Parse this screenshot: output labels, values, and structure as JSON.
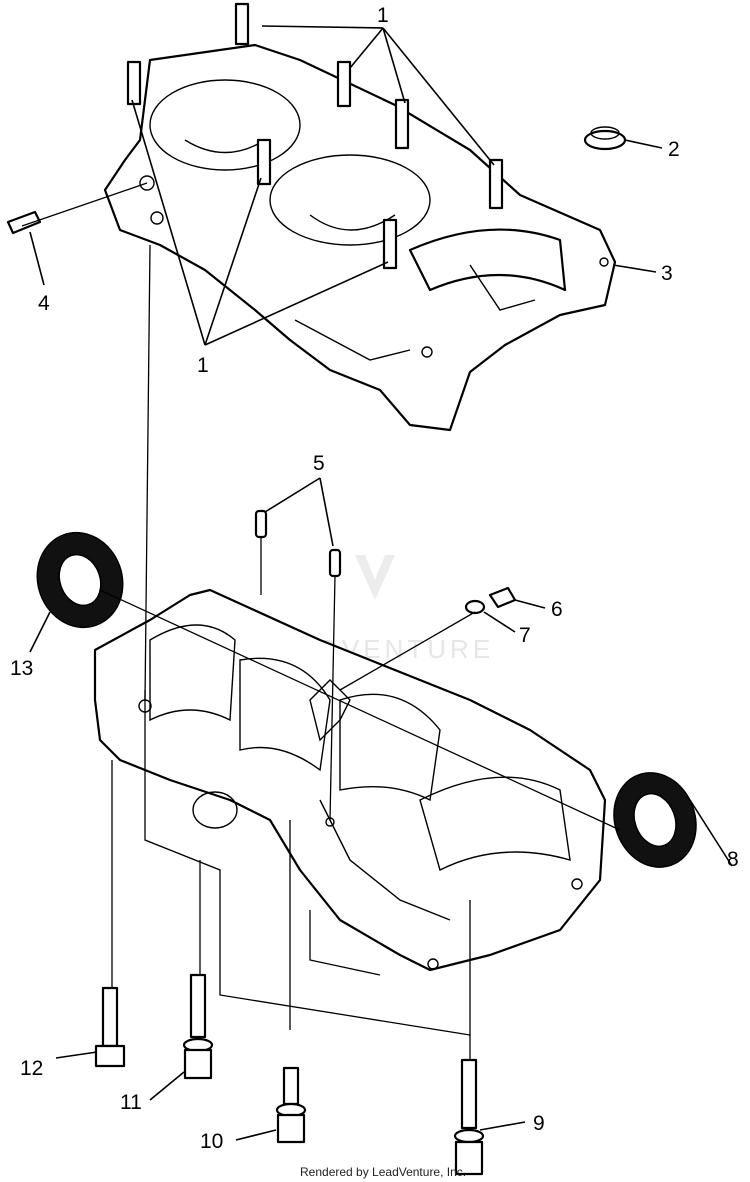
{
  "callouts": [
    {
      "id": "1",
      "label": "1"
    },
    {
      "id": "2",
      "label": "2"
    },
    {
      "id": "3",
      "label": "3"
    },
    {
      "id": "4",
      "label": "4"
    },
    {
      "id": "5",
      "label": "5"
    },
    {
      "id": "6",
      "label": "6"
    },
    {
      "id": "7",
      "label": "7"
    },
    {
      "id": "8",
      "label": "8"
    },
    {
      "id": "9",
      "label": "9"
    },
    {
      "id": "10",
      "label": "10"
    },
    {
      "id": "11",
      "label": "11"
    },
    {
      "id": "12",
      "label": "12"
    },
    {
      "id": "13",
      "label": "13"
    }
  ],
  "watermark": {
    "text": "LEADVENTURE"
  },
  "footer": {
    "text": "Rendered by LeadVenture, Inc."
  }
}
